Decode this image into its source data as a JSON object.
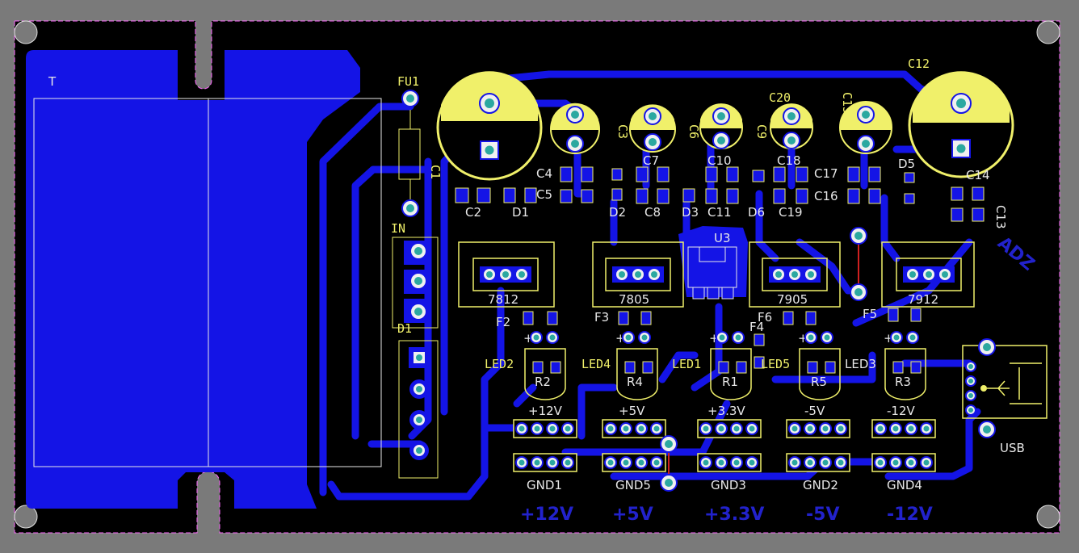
{
  "colors": {
    "background": "#7a7a7a",
    "board": "#000000",
    "copper_bottom": "#1414e6",
    "silkscreen": "#f0f06a",
    "pad": "#2ba8a0",
    "outline": "#ff66ff",
    "keepout": "#e0e0e0"
  },
  "designators": {
    "transformer": "T",
    "fuse": "FU1",
    "input": "IN",
    "bridge": "D1",
    "c1": "C1",
    "c2": "C2",
    "c3": "C3",
    "c4": "C4",
    "c5": "C5",
    "c6": "C6",
    "c7": "C7",
    "c8": "C8",
    "c9": "C9",
    "c10": "C10",
    "c11": "C11",
    "c12": "C12",
    "c13": "C13",
    "c14": "C14",
    "c15": "C15",
    "c16": "C16",
    "c17": "C17",
    "c18": "C18",
    "c19": "C19",
    "c20": "C20",
    "d1": "D1",
    "d2": "D2",
    "d3": "D3",
    "d5": "D5",
    "d6": "D6",
    "u3": "U3",
    "f2": "F2",
    "f3": "F3",
    "f4": "F4",
    "f5": "F5",
    "f6": "F6",
    "r1": "R1",
    "r2": "R2",
    "r3": "R3",
    "r4": "R4",
    "r5": "R5",
    "led1": "LED1",
    "led2": "LED2",
    "led3": "LED3",
    "led4": "LED4",
    "led5": "LED5",
    "usb": "USB"
  },
  "regulators": [
    "7812",
    "7805",
    "7905",
    "7912"
  ],
  "rails": [
    "+12V",
    "+5V",
    "+3.3V",
    "-5V",
    "-12V"
  ],
  "grounds": [
    "GND1",
    "GND5",
    "GND3",
    "GND2",
    "GND4"
  ],
  "bottom_labels": [
    "+12V",
    "+5V",
    "+3.3V",
    "-5V",
    "-12V"
  ],
  "logo": "ADZ",
  "plus_mark": "+"
}
